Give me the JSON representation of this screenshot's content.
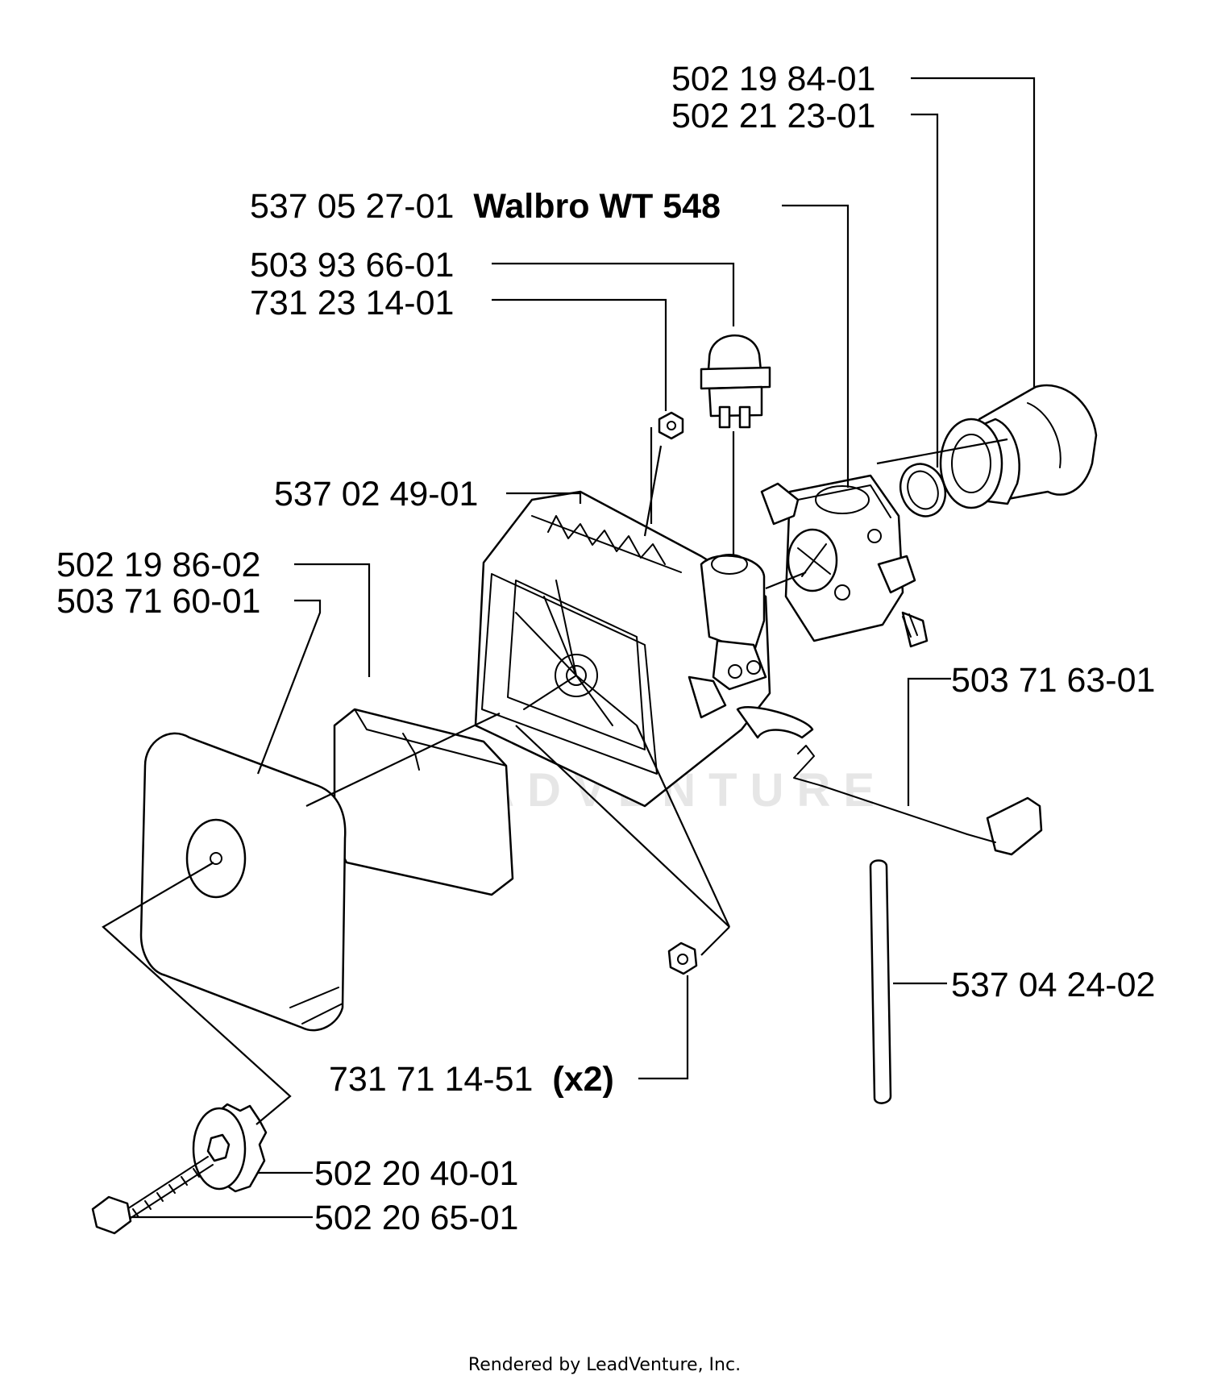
{
  "labels": {
    "p1": "502 19 84-01",
    "p2": "502 21 23-01",
    "p3": "537 05 27-01",
    "p3_note": "Walbro WT 548",
    "p4": "503 93 66-01",
    "p5": "731 23 14-01",
    "p6": "537 02 49-01",
    "p7": "502 19 86-02",
    "p8": "503 71 60-01",
    "p9": "503 71 63-01",
    "p10": "537 04 24-02",
    "p11": "731 71 14-51",
    "p11_note": "(x2)",
    "p12": "502 20 40-01",
    "p13": "502 20 65-01"
  },
  "watermark": "LEADVENTURE",
  "footer": "Rendered by LeadVenture, Inc."
}
